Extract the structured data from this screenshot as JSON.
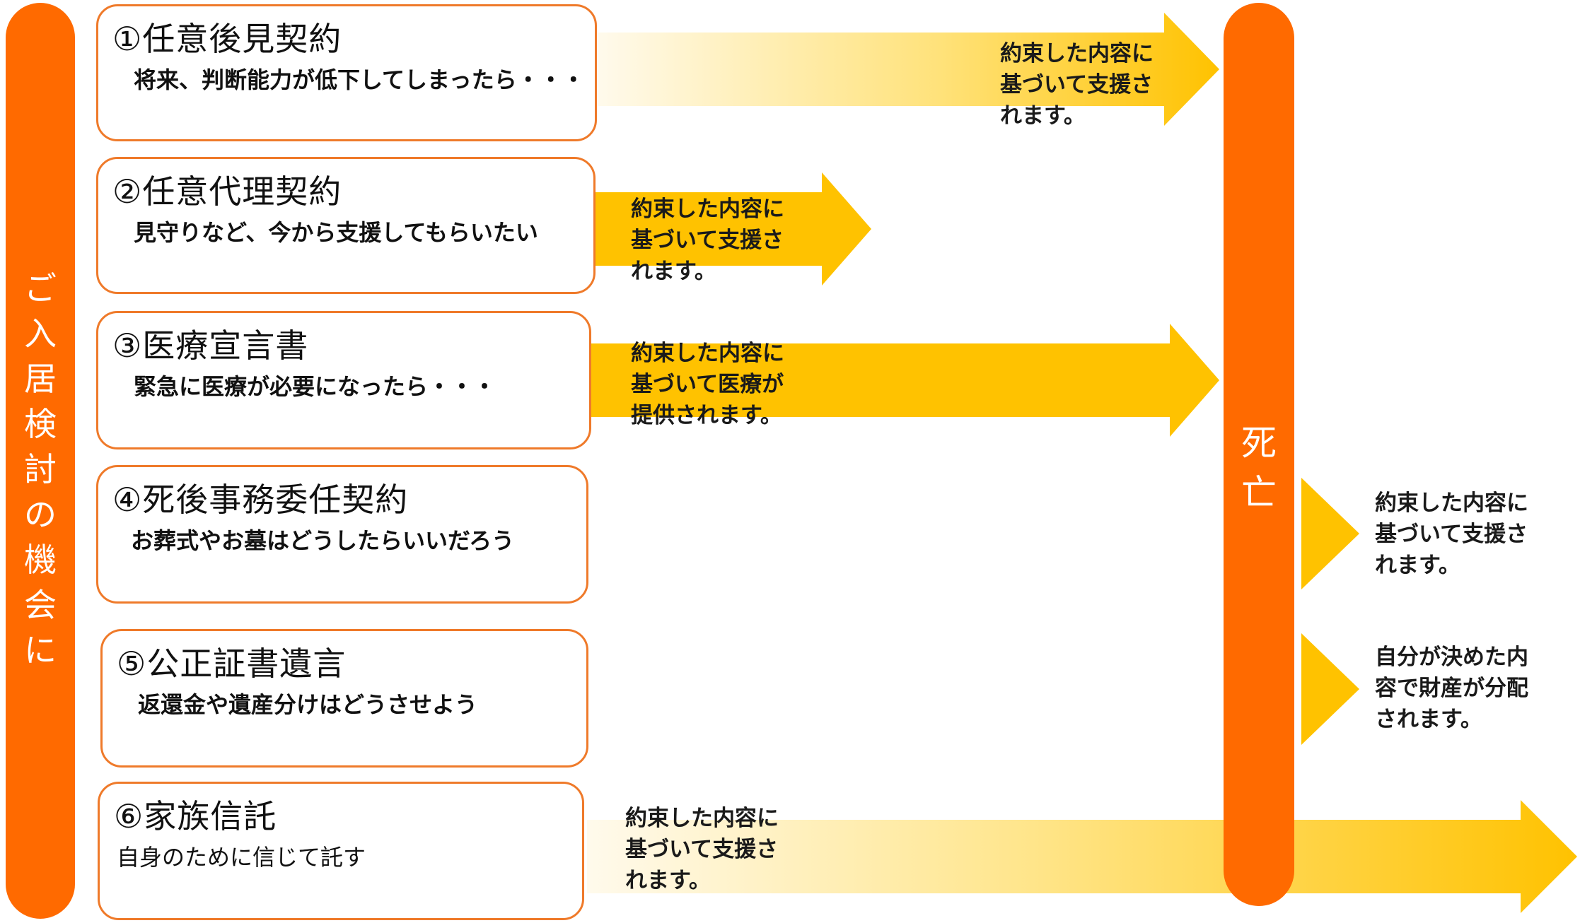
{
  "left_bar": {
    "label": "ご\n入\n居\n検\n討\nの\n機\n会\nに"
  },
  "right_bar": {
    "label": "死\n亡"
  },
  "contracts": [
    {
      "title": "①任意後見契約",
      "subtitle": "将来、判断能力が低下してしまったら・・・"
    },
    {
      "title": "②任意代理契約",
      "subtitle": "見守りなど、今から支援してもらいたい"
    },
    {
      "title": "③医療宣言書",
      "subtitle": "緊急に医療が必要になったら・・・"
    },
    {
      "title": "④死後事務委任契約",
      "subtitle": "お葬式やお墓はどうしたらいいだろう"
    },
    {
      "title": "⑤公正証書遺言",
      "subtitle": "返還金や遺産分けはどうさせよう"
    },
    {
      "title": "⑥家族信託",
      "subtitle": "自身のために信じて託す"
    }
  ],
  "arrow_texts": {
    "a1": "約束した内容に\n基づいて支援さ\nれます。",
    "a2": "約束した内容に\n基づいて支援さ\nれます。",
    "a3": "約束した内容に\n基づいて医療が\n提供されます。",
    "a4": "約束した内容に\n基づいて支援さ\nれます。",
    "a5": "自分が決めた内\n容で財産が分配\nされます。",
    "a6": "約束した内容に\n基づいて支援さ\nれます。"
  },
  "colors": {
    "bar": "#ff6a00",
    "box_border": "#ef7a2a",
    "arrow_solid": "#ffc200",
    "arrow_fade_start": "#fff6d8"
  }
}
